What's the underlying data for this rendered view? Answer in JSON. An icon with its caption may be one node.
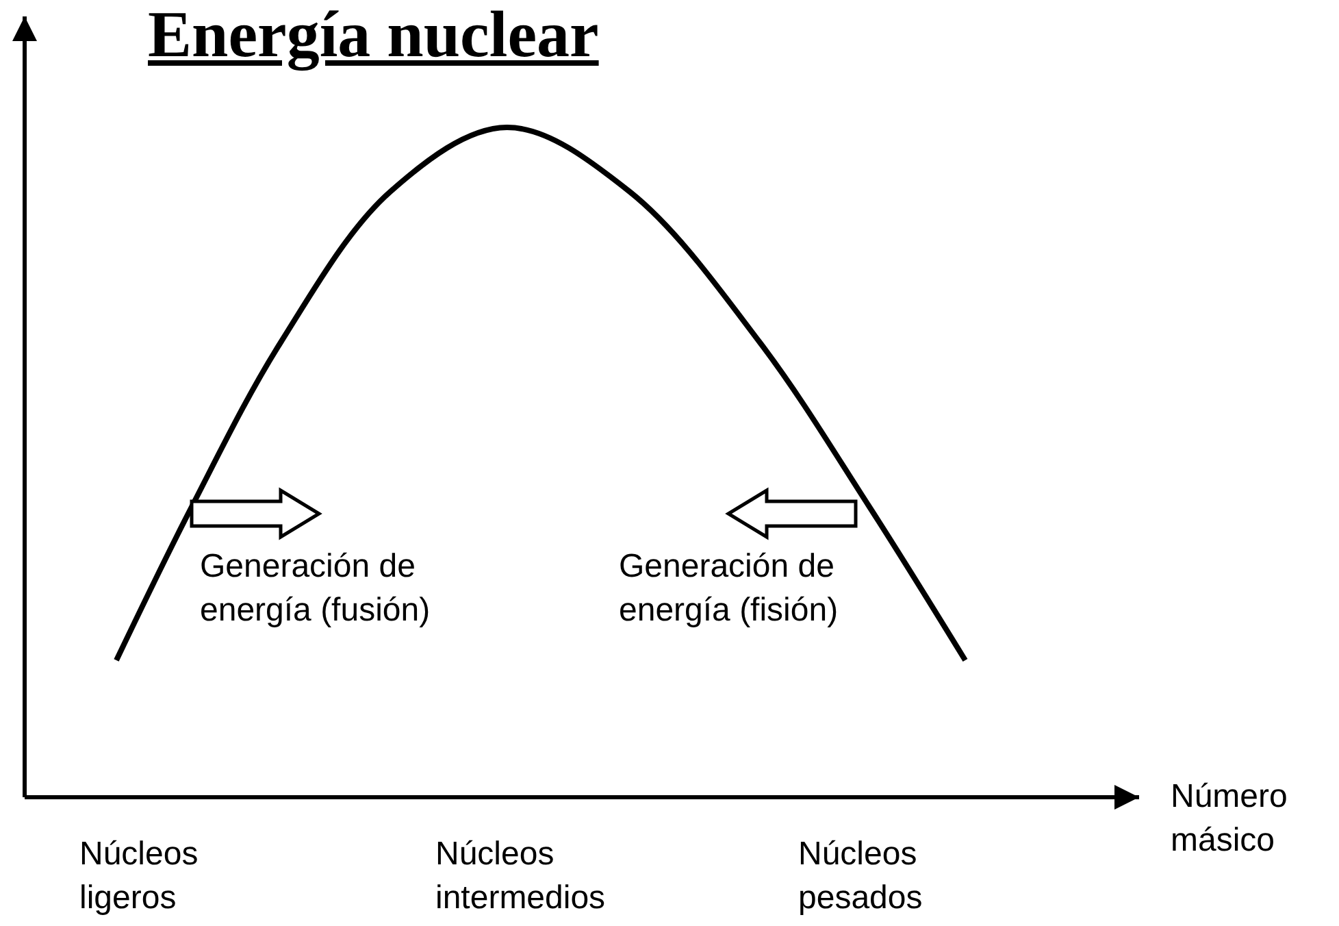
{
  "diagram": {
    "title": "Energía nuclear",
    "labels": [
      "Generación de energía (fusión)",
      "Generación de energía (fisión)",
      "Número másico",
      "Núcleos ligeros",
      "Núcleos intermedios",
      "Núcleos pesados"
    ]
  }
}
